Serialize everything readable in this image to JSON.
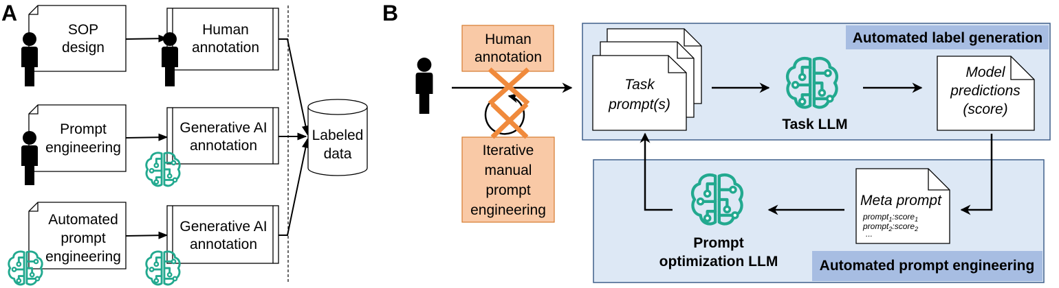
{
  "panel_a": {
    "letter": "A",
    "sop_design": [
      "SOP",
      "design"
    ],
    "human_annotation": [
      "Human",
      "annotation"
    ],
    "prompt_engineering": [
      "Prompt",
      "engineering"
    ],
    "genai_annotation_1": [
      "Generative AI",
      "annotation"
    ],
    "automated_prompt_engineering": [
      "Automated",
      "prompt",
      "engineering"
    ],
    "genai_annotation_2": [
      "Generative AI",
      "annotation"
    ],
    "labeled_data": [
      "Labeled",
      "data"
    ]
  },
  "panel_b": {
    "letter": "B",
    "human_annotation": [
      "Human",
      "annotation"
    ],
    "iterative_manual": [
      "Iterative",
      "manual",
      "prompt",
      "engineering"
    ],
    "task_prompts": [
      "Task",
      "prompt(s)"
    ],
    "task_llm": "Task LLM",
    "model_predictions": [
      "Model",
      "predictions",
      "(score)"
    ],
    "automated_label_generation": "Automated label generation",
    "meta_prompt": "Meta prompt",
    "meta_prompt_line1": {
      "base": "prompt",
      "sub1": "1",
      "mid": ":score",
      "sub2": "1"
    },
    "meta_prompt_line2": {
      "base": "prompt",
      "sub1": "2",
      "mid": ":score",
      "sub2": "2"
    },
    "meta_prompt_ellipsis": "...",
    "prompt_optimization_llm": [
      "Prompt",
      "optimization LLM"
    ],
    "automated_prompt_engineering": "Automated prompt engineering"
  },
  "colors": {
    "teal": "#22a98f",
    "orange": "#f08a3c",
    "orange_fill": "#f9c9a6",
    "blue_fill": "#dde8f5",
    "blue_border": "#3f5f8a",
    "blue_label": "#a7bde2"
  },
  "icons": [
    "person-icon",
    "brain-circuit-icon",
    "cross-icon",
    "cycle-icon"
  ]
}
